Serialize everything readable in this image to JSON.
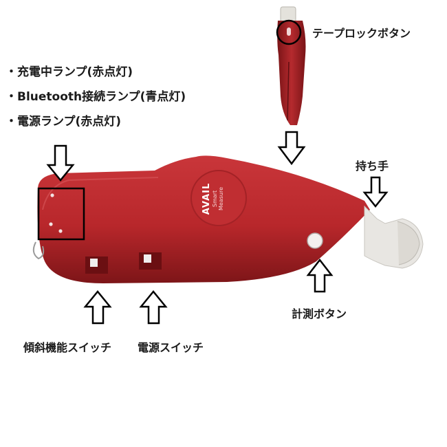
{
  "lamps": [
    {
      "label": "充電中ランプ(赤点灯)"
    },
    {
      "label": "Bluetooth接続ランプ(青点灯)"
    },
    {
      "label": "電源ランプ(赤点灯)"
    }
  ],
  "callouts": {
    "tape_lock": "テープロックボタン",
    "handle": "持ち手",
    "measure": "計測ボタン",
    "tilt_switch": "傾斜機能スイッチ",
    "power_switch": "電源スイッチ"
  },
  "device": {
    "brand": "AVAIL",
    "product_line1": "Smart",
    "product_line2": "Measure",
    "body_color": "#b8272b",
    "body_dark": "#8e1c1f"
  }
}
